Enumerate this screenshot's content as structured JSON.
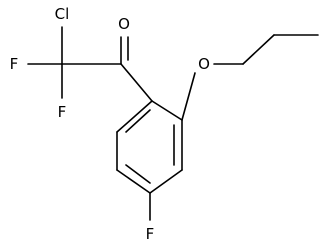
{
  "diagram": {
    "type": "chemical-structure",
    "atoms": {
      "cl": "Cl",
      "f_left": "F",
      "f_bottom": "F",
      "o_carbonyl": "O",
      "o_ether": "O",
      "f_ring": "F"
    }
  }
}
